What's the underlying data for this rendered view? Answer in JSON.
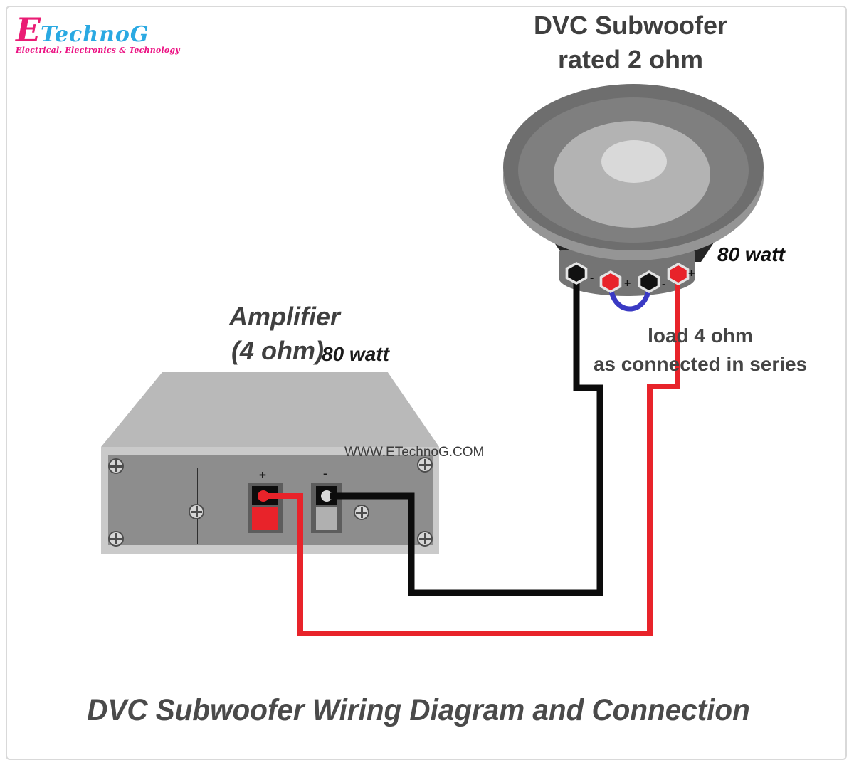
{
  "logo": {
    "mark": "E",
    "name": "TechnoG",
    "tagline": "Electrical, Electronics & Technology"
  },
  "subwoofer": {
    "title_line1": "DVC Subwoofer",
    "title_line2": "rated 2 ohm",
    "power_label": "80 watt",
    "note_line1": "load 4 ohm",
    "note_line2": "as connected in series",
    "terminals": [
      {
        "polarity": "-",
        "color": "#111111"
      },
      {
        "polarity": "+",
        "color": "#e8232a"
      },
      {
        "polarity": "-",
        "color": "#111111"
      },
      {
        "polarity": "+",
        "color": "#e8232a"
      }
    ]
  },
  "amplifier": {
    "title": "Amplifier",
    "impedance": "(4 ohm)",
    "power_label": "80 watt",
    "plus_label": "+",
    "minus_label": "-"
  },
  "watermark": "WWW.ETechnoG.COM",
  "caption": "DVC Subwoofer Wiring Diagram and Connection",
  "wires": {
    "negative": {
      "color": "#0c0c0c",
      "from": "subwoofer terminal 1 (-)",
      "to": "amplifier (-)"
    },
    "positive": {
      "color": "#e8232a",
      "from": "subwoofer terminal 4 (+)",
      "to": "amplifier (+)"
    },
    "series_jumper": {
      "color": "#3a3ac4",
      "from": "subwoofer terminal 2 (+)",
      "to": "subwoofer terminal 3 (-)"
    }
  },
  "colors": {
    "logo_mark": "#ea1c74",
    "logo_name": "#2aa9e2",
    "logo_tagline": "#ec1283",
    "heading_gray": "#3f3f3f",
    "terminal_red": "#e8232a",
    "terminal_gray_pad": "#b0b0b0",
    "amp_panel": "#8d8d8d"
  }
}
